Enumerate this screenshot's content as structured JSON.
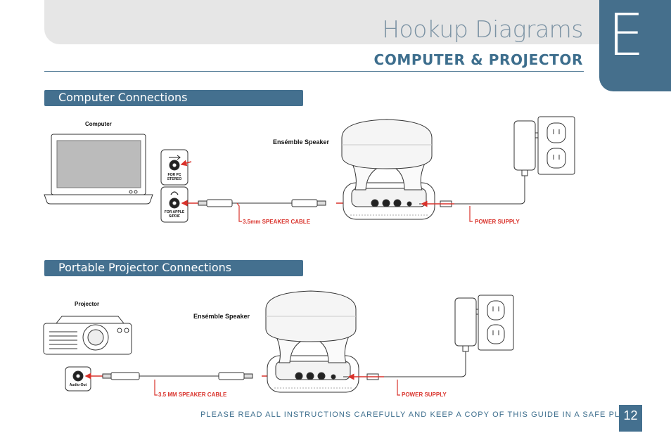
{
  "header": {
    "title": "Hookup Diagrams",
    "subtitle": "COMPUTER & PROJECTOR",
    "section_letter": "E"
  },
  "section1": {
    "heading": "Computer Connections",
    "computer_label": "Computer",
    "port1_label": "FOR PC STEREO",
    "port2_label": "FOR APPLE S/PDIF",
    "speaker_label": "Ensémble Speaker",
    "cable_label": "3.5mm SPEAKER CABLE",
    "power_label": "POWER SUPPLY"
  },
  "section2": {
    "heading": "Portable Projector Connections",
    "projector_label": "Projector",
    "port_label": "Audio-Out",
    "speaker_label": "Ensémble Speaker",
    "cable_label": "3.5 MM SPEAKER CABLE",
    "power_label": "POWER SUPPLY"
  },
  "footer": {
    "notice": "PLEASE READ ALL INSTRUCTIONS CAREFULLY AND KEEP A COPY OF THIS GUIDE IN A SAFE PLACE",
    "page_number": "12"
  },
  "colors": {
    "accent_blue": "#44708f",
    "title_gray_blue": "#7c93a4",
    "callout_red": "#d9322b",
    "header_gray": "#e6e6e6"
  }
}
